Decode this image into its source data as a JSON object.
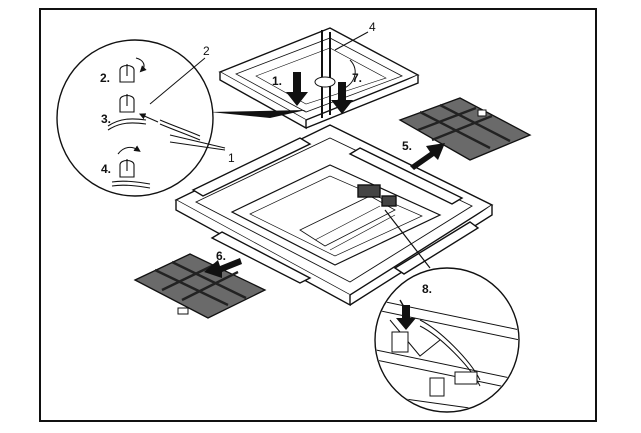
{
  "labels": {
    "step2": "2.",
    "step3": "3.",
    "step4": "4.",
    "step1": "1.",
    "step5": "5.",
    "step6": "6.",
    "step7": "7.",
    "step8": "8.",
    "callout_1": "1",
    "callout_2": "2",
    "callout_4": "4"
  },
  "colors": {
    "line": "#111111",
    "filter_fill": "#6a6a6a",
    "frame": "#111111"
  }
}
